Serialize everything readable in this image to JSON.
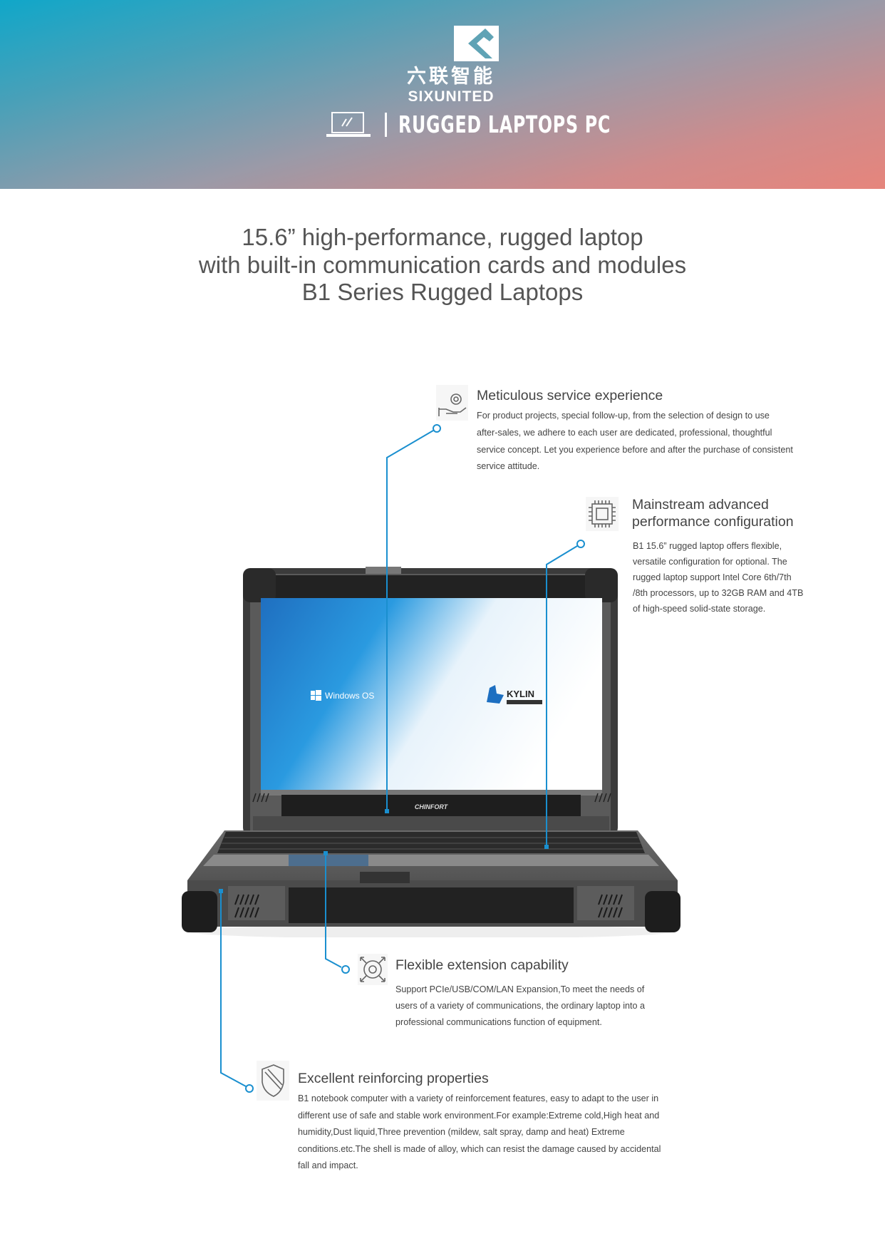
{
  "header": {
    "brand_cn": "六联智能",
    "brand_en": "SIXUNITED",
    "tagline": "RUGGED LAPTOPS PC",
    "gradient_start": "#10a7c9",
    "gradient_end": "#e6857c"
  },
  "title": {
    "line1": "15.6”  high-performance, rugged laptop",
    "line2": "with built-in communication cards and modules",
    "line3": "B1 Series Rugged Laptops"
  },
  "laptop": {
    "screen_left_label": "Windows  OS",
    "screen_right_label": "KYLIN",
    "bezel_brand": "CHINFORT"
  },
  "accent_color": "#1a8fcf",
  "features": [
    {
      "icon": "service-hand-gear-icon",
      "title": "Meticulous service experience",
      "lines": [
        "For product projects, special follow-up, from the selection of design to use",
        "after-sales, we adhere to each user are dedicated, professional, thoughtful",
        "service concept. Let you experience before and after the purchase of consistent",
        "service attitude."
      ]
    },
    {
      "icon": "cpu-chip-icon",
      "title_line1": "Mainstream advanced",
      "title_line2": "performance configuration",
      "lines": [
        "B1 15.6”  rugged laptop offers flexible,",
        "versatile configuration for optional.  The",
        "rugged laptop support Intel Core 6th/7th",
        "/8th processors, up to 32GB RAM and 4TB",
        "of high-speed solid-state storage."
      ]
    },
    {
      "icon": "expand-arrows-icon",
      "title": "Flexible extension capability",
      "lines": [
        "Support PCIe/USB/COM/LAN Expansion,To meet the needs of",
        "users of a variety of communications, the ordinary laptop into a",
        "professional communications function of equipment."
      ]
    },
    {
      "icon": "shield-icon",
      "title": "Excellent reinforcing properties",
      "lines": [
        "B1 notebook computer with a variety of reinforcement features, easy to adapt to the user in",
        "different use of safe and stable work environment.For example:Extreme cold,High heat and",
        "humidity,Dust liquid,Three prevention (mildew, salt spray, damp and heat) Extreme",
        "conditions.etc.The shell is made of alloy, which can resist the damage caused by accidental",
        "fall and impact."
      ]
    }
  ]
}
